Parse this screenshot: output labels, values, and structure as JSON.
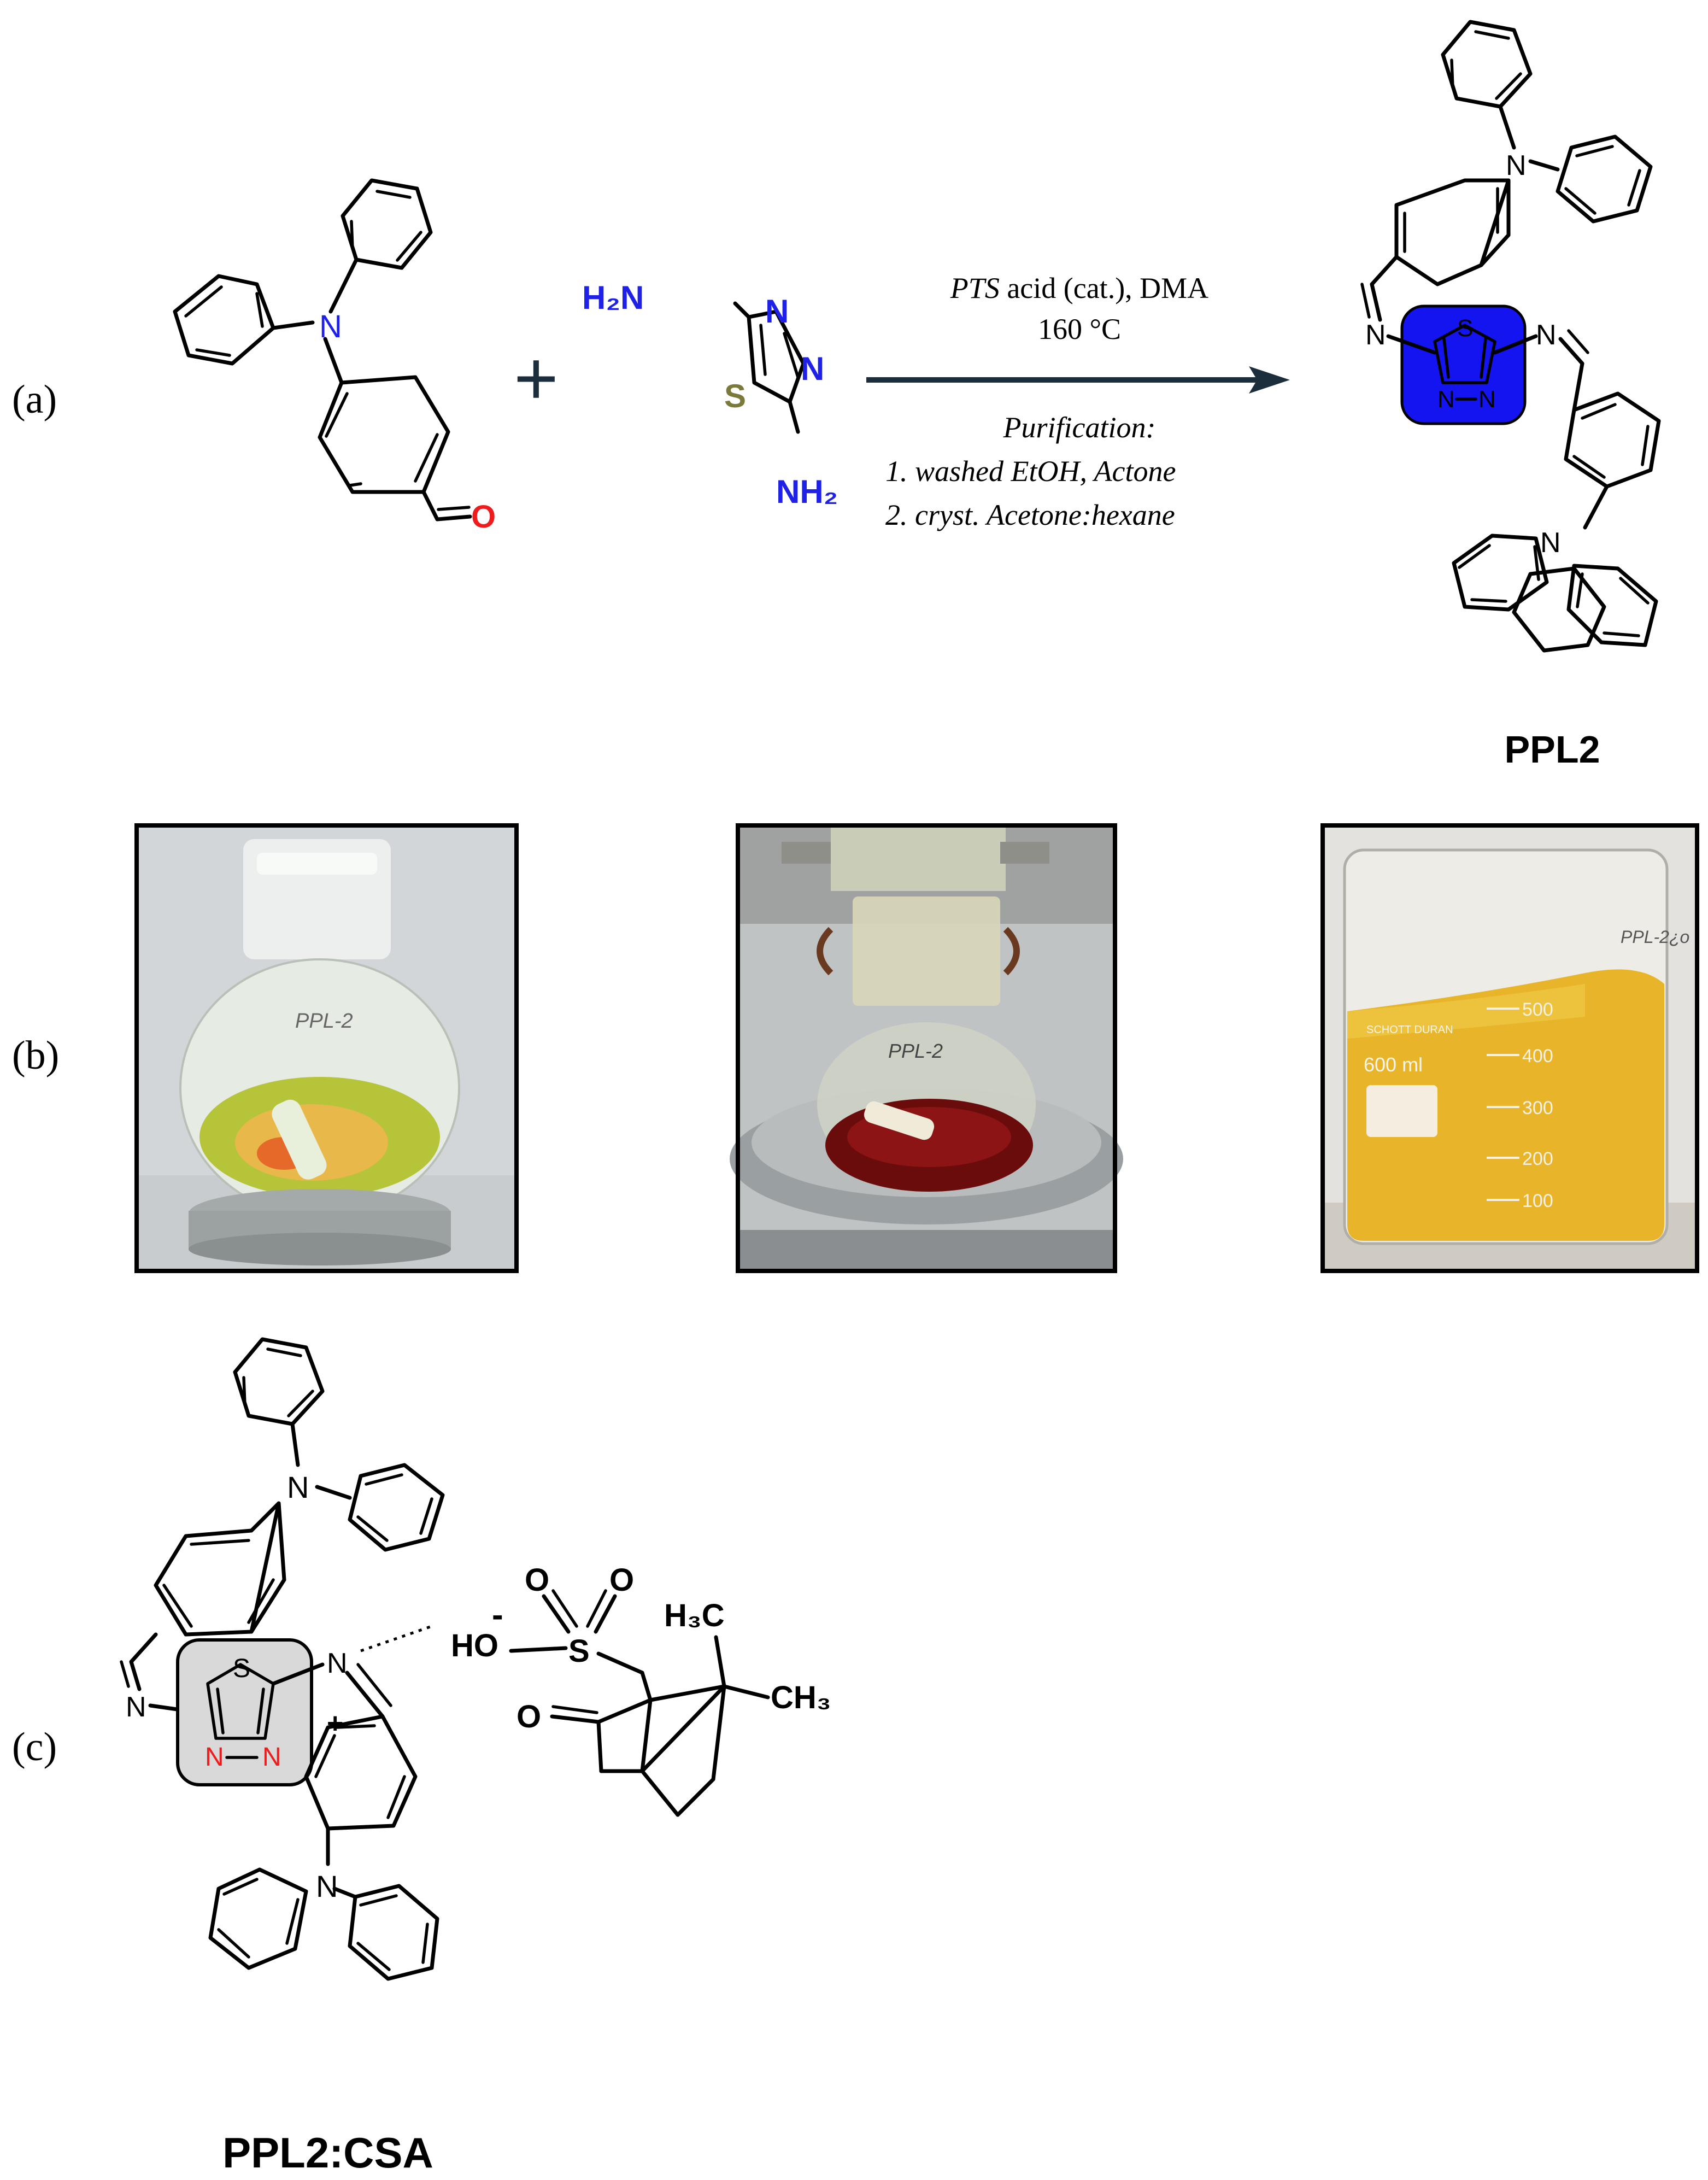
{
  "panel_labels": {
    "a": "(a)",
    "b": "(b)",
    "c": "(c)"
  },
  "reaction": {
    "reagent2": {
      "amine_top": "H₂N",
      "amine_bottom": "NH₂",
      "sulfur": "S",
      "n1": "N",
      "n2": "N"
    },
    "reagent1": {
      "nitrogen": "N",
      "oxygen": "O"
    },
    "plus": "+",
    "conditions_line1_italic": "PTS",
    "conditions_line1_rest": " acid (cat.), DMA",
    "conditions_line2": "160 °C",
    "purification_title": "Purification:",
    "purification_step1": "1.   washed EtOH, Actone",
    "purification_step2": "2.   cryst. Acetone:hexane",
    "product_label": "PPL2",
    "product_atoms": {
      "s": "S",
      "n": "N",
      "imine_n": "N"
    }
  },
  "photos": [
    {
      "label": "PPL-2"
    },
    {
      "label": "PPL-2"
    },
    {
      "label": "PPL-2¿o",
      "volume": "600 ml",
      "brand": "SCHOTT DURAN",
      "scale": [
        "500",
        "400",
        "300",
        "200",
        "100"
      ]
    }
  ],
  "complex": {
    "label": "PPL2:CSA",
    "charge_minus": "-",
    "charge_plus": "+",
    "atoms": {
      "o": "O",
      "s": "S",
      "ho": "HO",
      "n": "N",
      "ketone_o": "O",
      "ch3_top": "H₃C",
      "ch3_right": "CH₃"
    }
  },
  "colors": {
    "nitrogen_blue": "#1f22e6",
    "oxygen_red": "#ee1c1c",
    "sulfur_olive": "#7a7a3a",
    "highlight_blue": "#1414f0",
    "highlight_gray": "#d9d9d9",
    "arrow": "#1c2e3c"
  }
}
